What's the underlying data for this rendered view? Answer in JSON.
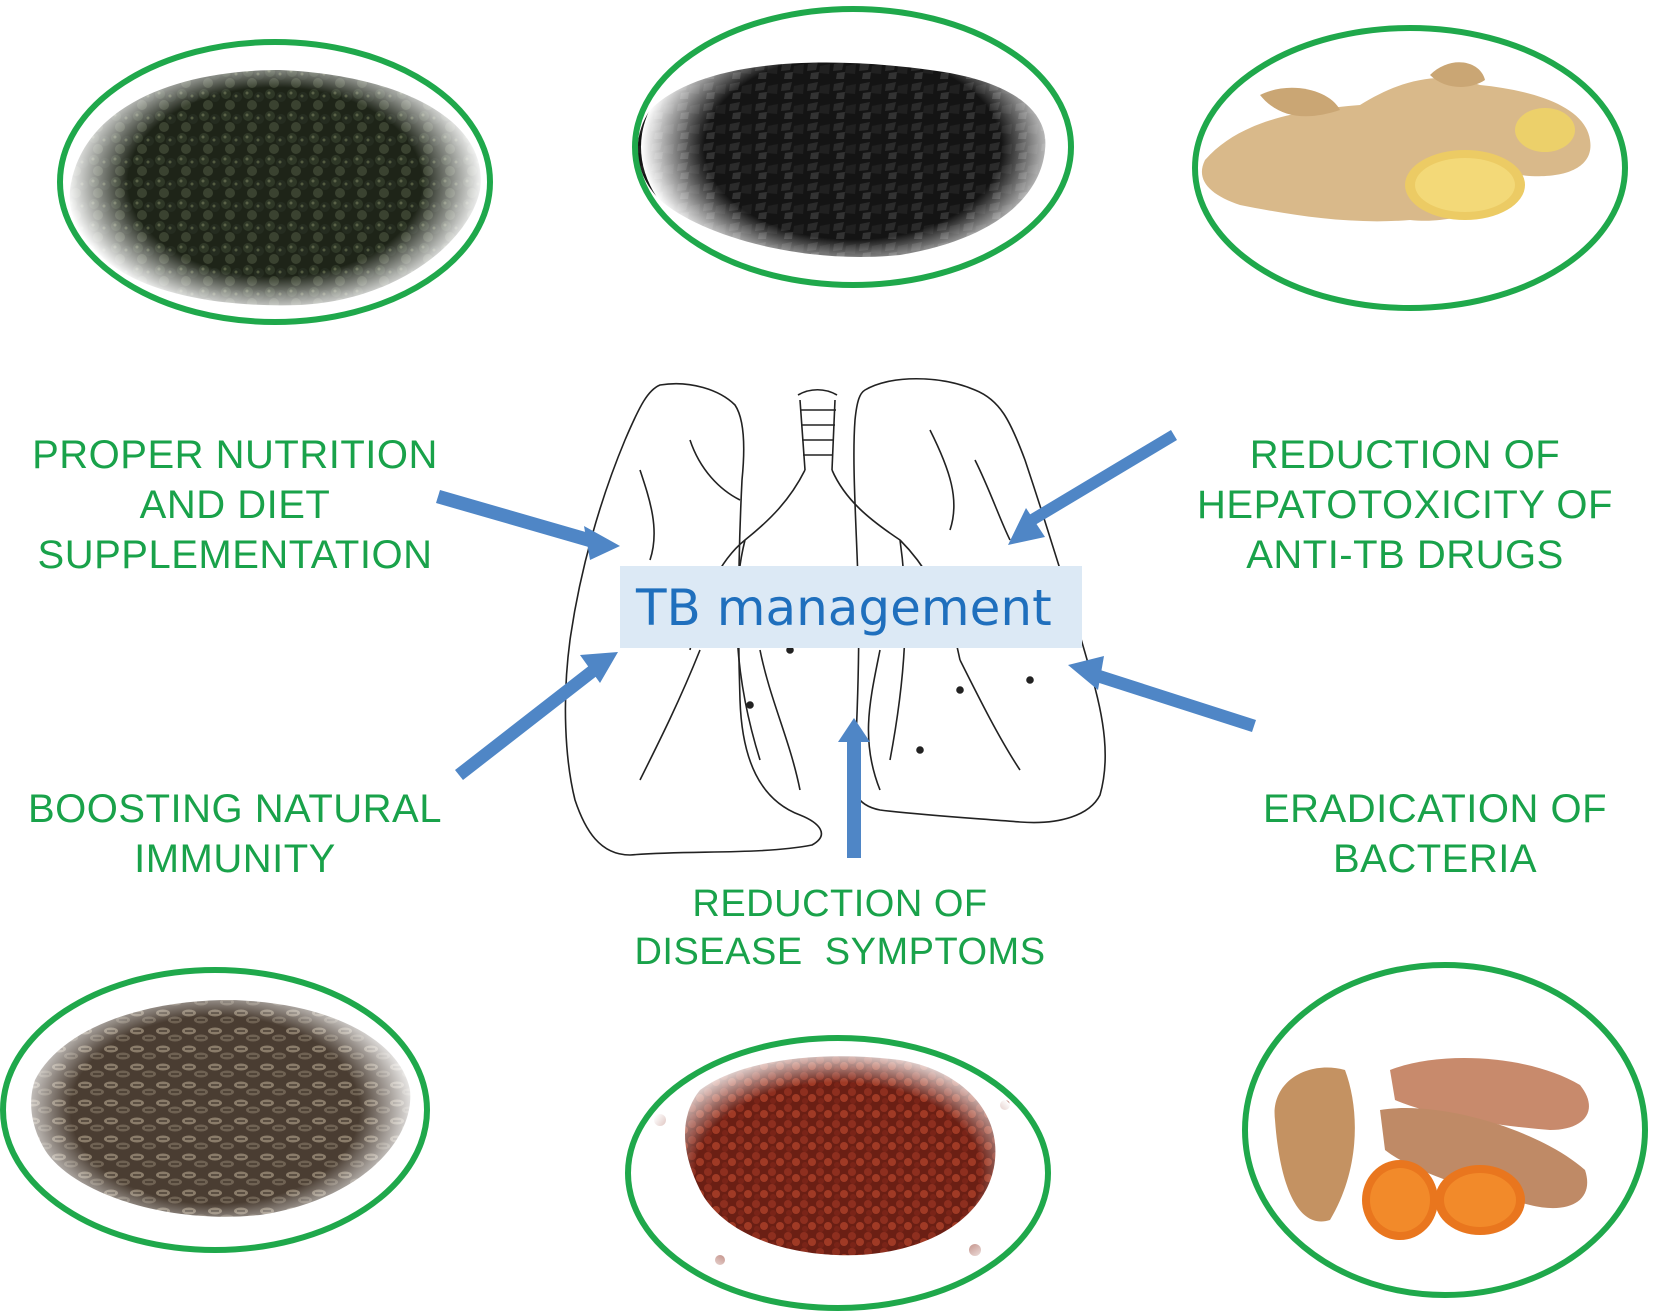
{
  "center": {
    "title": "TB management"
  },
  "labels": {
    "nutrition": [
      "PROPER NUTRITION",
      "AND DIET",
      "SUPPLEMENTATION"
    ],
    "hepatotoxicity": [
      "REDUCTION OF",
      "HEPATOTOXICITY OF",
      "ANTI-TB DRUGS"
    ],
    "immunity": [
      "BOOSTING NATURAL",
      "IMMUNITY"
    ],
    "bacteria": [
      "ERADICATION OF",
      "BACTERIA"
    ],
    "symptoms": [
      "REDUCTION OF",
      "DISEASE  SYMPTOMS"
    ]
  },
  "colors": {
    "label_text": "#19a24a",
    "ellipse_border": "#1fa84b",
    "arrow": "#4f86c6",
    "title_text": "#1f6fbd",
    "title_box": "#dce9f5",
    "lung_outline": "#222222"
  },
  "images": [
    {
      "name": "black-pepper-image",
      "subject": "black peppercorns"
    },
    {
      "name": "black-cumin-image",
      "subject": "black seeds"
    },
    {
      "name": "ginger-image",
      "subject": "ginger root"
    },
    {
      "name": "milk-thistle-image",
      "subject": "striped seeds"
    },
    {
      "name": "schisandra-image",
      "subject": "dried red berries"
    },
    {
      "name": "turmeric-image",
      "subject": "turmeric root"
    }
  ]
}
